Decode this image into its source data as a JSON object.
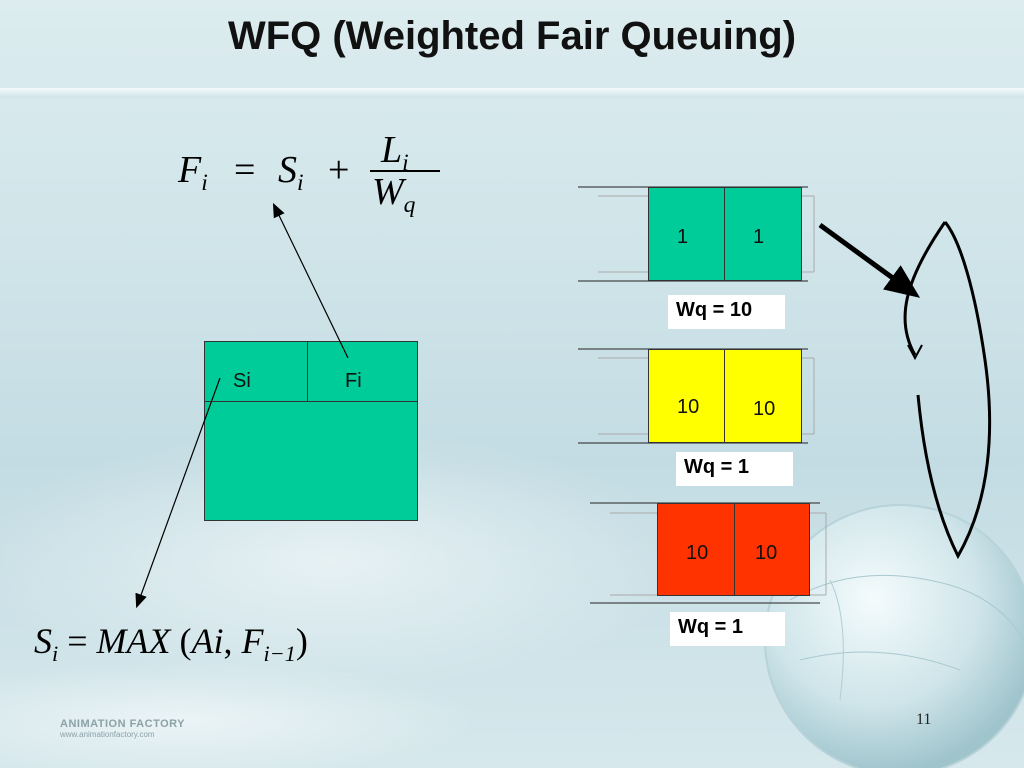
{
  "slide": {
    "title": "WFQ (Weighted Fair Queuing)",
    "page_number": "11"
  },
  "formula_fi": {
    "lhs": "F",
    "lhs_sub": "i",
    "eq": "=",
    "s": "S",
    "s_sub": "i",
    "plus": "+",
    "num": "L",
    "num_sub": "i",
    "den": "W",
    "den_sub": "q"
  },
  "formula_si": {
    "lhs": "S",
    "lhs_sub": "i",
    "eq": "=",
    "func": "MAX",
    "open": "(",
    "arg1": "Ai",
    "comma": ",",
    "arg2": "F",
    "arg2_sub": "i−1",
    "close": ")"
  },
  "packet": {
    "si_label": "Si",
    "fi_label": "Fi"
  },
  "queues": [
    {
      "cells": [
        "1",
        "1"
      ],
      "weight": "Wq = 10",
      "color": "#00cc99"
    },
    {
      "cells": [
        "10",
        "10"
      ],
      "weight": "Wq = 1",
      "color": "#ffff00"
    },
    {
      "cells": [
        "10",
        "10"
      ],
      "weight": "Wq = 1",
      "color": "#ff3300"
    }
  ],
  "logo": {
    "name": "ANIMATION FACTORY",
    "url": "www.animationfactory.com"
  },
  "colors": {
    "packet_fill": "#00cc99",
    "arrow": "#000000"
  }
}
